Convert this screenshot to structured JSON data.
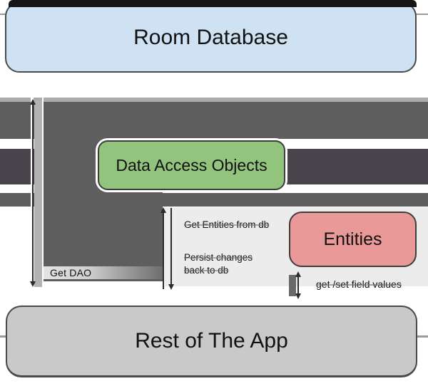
{
  "diagram": {
    "title": "Room Database architecture diagram",
    "boxes": {
      "room_database": "Room Database",
      "dao": "Data Access Objects",
      "entities": "Entities",
      "rest_of_app": "Rest of The App"
    },
    "labels": {
      "get_dao": "Get DAO",
      "get_entities": "Get Entities from db",
      "persist_line1": "Persist changes",
      "persist_line2": "back to db",
      "get_set": "get /set field values"
    },
    "colors": {
      "room_database_fill": "#cfe2f3",
      "dao_fill": "#93c47d",
      "entities_fill": "#ea9999",
      "rest_of_app_fill": "#c9c9c9",
      "arrow_dark": "#5e5e5e",
      "arrow_darker": "#49434b",
      "arrow_light_bar": "#b3b3b3",
      "panel_light": "#ececec",
      "border": "#4a4a4a"
    }
  }
}
